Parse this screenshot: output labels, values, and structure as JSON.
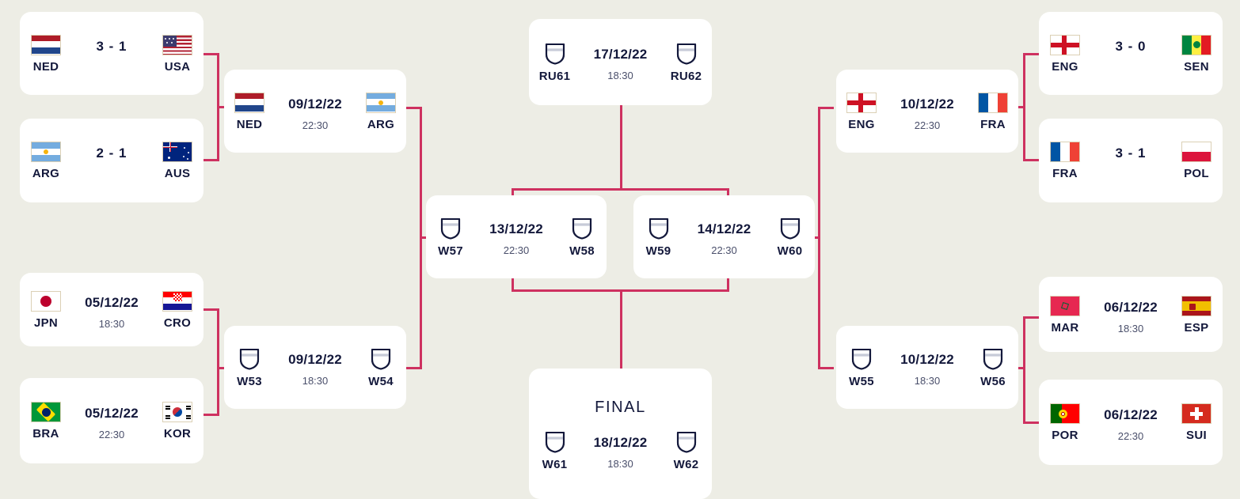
{
  "theme": {
    "background": "#EDEDE5",
    "card_background": "#FFFFFF",
    "connector": "#CE3160",
    "text_primary": "#13183B",
    "text_secondary": "#4A4F6B"
  },
  "labels": {
    "final": "FINAL"
  },
  "matches": {
    "r16_ned_usa": {
      "home": "NED",
      "away": "USA",
      "result": "3 - 1"
    },
    "r16_arg_aus": {
      "home": "ARG",
      "away": "AUS",
      "result": "2 - 1"
    },
    "r16_jpn_cro": {
      "home": "JPN",
      "away": "CRO",
      "date": "05/12/22",
      "time": "18:30"
    },
    "r16_bra_kor": {
      "home": "BRA",
      "away": "KOR",
      "date": "05/12/22",
      "time": "22:30"
    },
    "r16_eng_sen": {
      "home": "ENG",
      "away": "SEN",
      "result": "3 - 0"
    },
    "r16_fra_pol": {
      "home": "FRA",
      "away": "POL",
      "result": "3 - 1"
    },
    "r16_mar_esp": {
      "home": "MAR",
      "away": "ESP",
      "date": "06/12/22",
      "time": "18:30"
    },
    "r16_por_sui": {
      "home": "POR",
      "away": "SUI",
      "date": "06/12/22",
      "time": "22:30"
    },
    "qf_ned_arg": {
      "home": "NED",
      "away": "ARG",
      "date": "09/12/22",
      "time": "22:30"
    },
    "qf_w53_w54": {
      "home": "W53",
      "away": "W54",
      "date": "09/12/22",
      "time": "18:30"
    },
    "qf_eng_fra": {
      "home": "ENG",
      "away": "FRA",
      "date": "10/12/22",
      "time": "22:30"
    },
    "qf_w55_w56": {
      "home": "W55",
      "away": "W56",
      "date": "10/12/22",
      "time": "18:30"
    },
    "sf_w57_w58": {
      "home": "W57",
      "away": "W58",
      "date": "13/12/22",
      "time": "22:30"
    },
    "sf_w59_w60": {
      "home": "W59",
      "away": "W60",
      "date": "14/12/22",
      "time": "22:30"
    },
    "third_place": {
      "home": "RU61",
      "away": "RU62",
      "date": "17/12/22",
      "time": "18:30"
    },
    "final": {
      "home": "W61",
      "away": "W62",
      "date": "18/12/22",
      "time": "18:30"
    }
  },
  "flags": {
    "NED": "netherlands-flag",
    "USA": "usa-flag",
    "ARG": "argentina-flag",
    "AUS": "australia-flag",
    "JPN": "japan-flag",
    "CRO": "croatia-flag",
    "BRA": "brazil-flag",
    "KOR": "south-korea-flag",
    "ENG": "england-flag",
    "SEN": "senegal-flag",
    "FRA": "france-flag",
    "POL": "poland-flag",
    "MAR": "morocco-flag",
    "ESP": "spain-flag",
    "POR": "portugal-flag",
    "SUI": "switzerland-flag",
    "W53": "shield-placeholder-icon",
    "W54": "shield-placeholder-icon",
    "W55": "shield-placeholder-icon",
    "W56": "shield-placeholder-icon",
    "W57": "shield-placeholder-icon",
    "W58": "shield-placeholder-icon",
    "W59": "shield-placeholder-icon",
    "W60": "shield-placeholder-icon",
    "W61": "shield-placeholder-icon",
    "W62": "shield-placeholder-icon",
    "RU61": "shield-placeholder-icon",
    "RU62": "shield-placeholder-icon"
  }
}
